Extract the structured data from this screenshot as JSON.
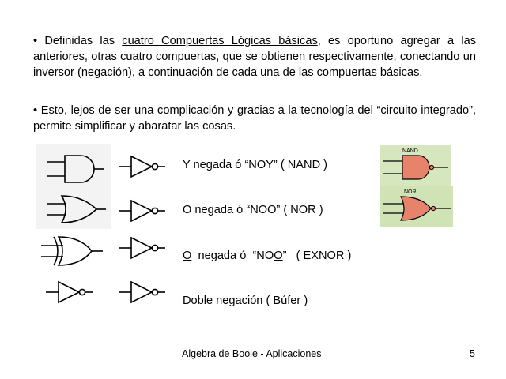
{
  "slide": {
    "p1": {
      "bullet": "•",
      "before": "Definidas las ",
      "underlined": "cuatro Compuertas Lógicas básicas",
      "after": ", es oportuno agregar a las anteriores, otras cuatro compuertas, que se obtienen respectivamente, conectando un inversor (negación), a continuación de cada una de las compuertas básicas."
    },
    "p2": {
      "bullet": "•",
      "text": "Esto, lejos de ser una complicación y gracias a la tecnología del “circuito integrado”, permite simplificar y abaratar las cosas."
    },
    "rows": [
      {
        "label": "Y  negada ó  “NOY”  ( NAND )"
      },
      {
        "label": "O  negada ó  “NOO”  ( NOR )"
      },
      {
        "first": "O",
        "middle": "  negada ó  “NO",
        "second": "O",
        "end": "”   ( EXNOR )"
      },
      {
        "label": "Doble negación   ( Búfer )"
      }
    ],
    "photo_nand_label": "NAND",
    "photo_nor_label": "NOR",
    "footer": "Algebra de Boole - Aplicaciones",
    "page": "5",
    "colors": {
      "gate_fill": "#e8836b",
      "photo_bg": "#d6e6bf",
      "photo_bg2": "#cfe3b5"
    }
  }
}
